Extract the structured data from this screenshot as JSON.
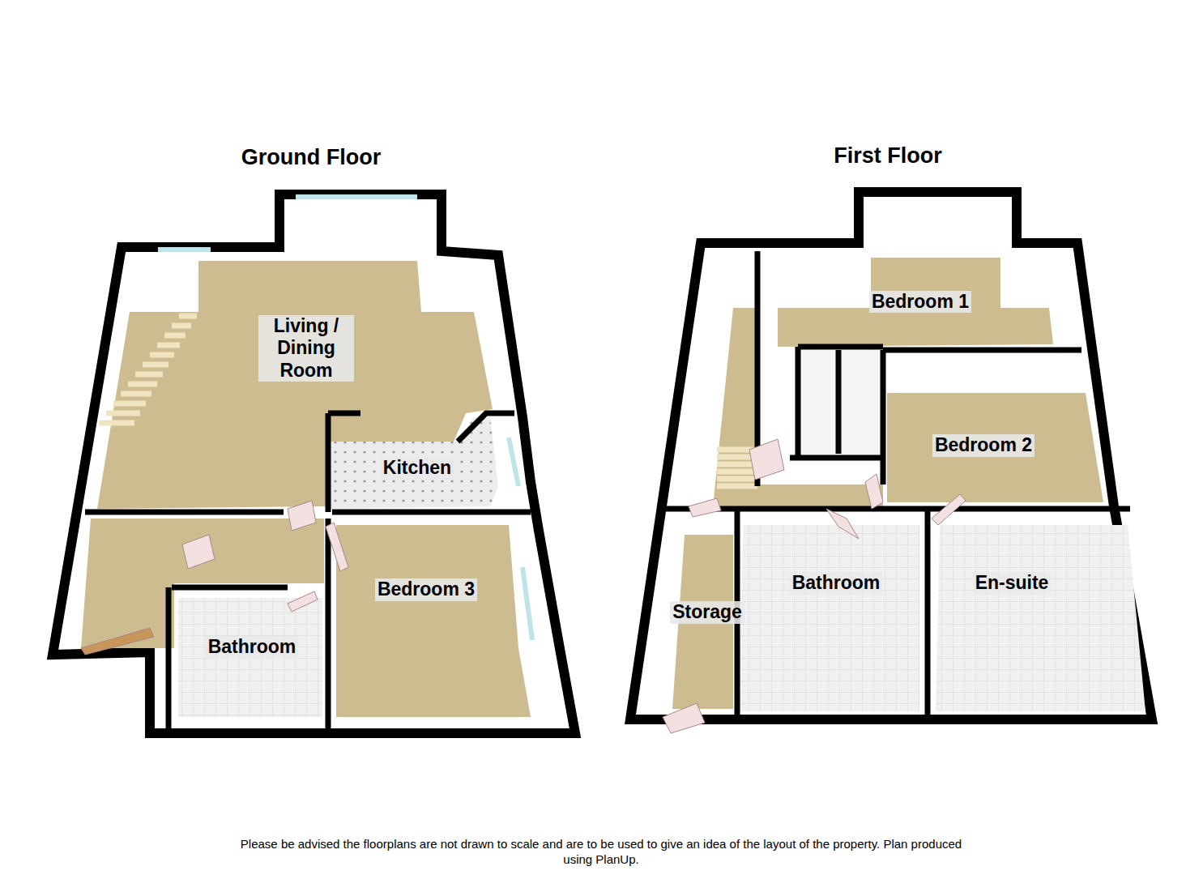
{
  "diagram": {
    "caption": "Please be advised the floorplans are not drawn to scale and are to be used to give an idea of the layout of the property. Plan produced using PlanUp.",
    "nodes": [
      {
        "text": [
          "Ground Floor"
        ]
      },
      {
        "text": [
          "Living / Dining Room"
        ],
        "in": 0
      },
      {
        "text": [
          "Kitchen"
        ],
        "in": 0
      },
      {
        "text": [
          "Bedroom 3"
        ],
        "in": 0
      },
      {
        "text": [
          "Bathroom"
        ],
        "in": 0
      },
      {
        "text": [
          "First Floor"
        ]
      },
      {
        "text": [
          "Bedroom 1"
        ],
        "in": 5
      },
      {
        "text": [
          "Bedroom 2"
        ],
        "in": 5
      },
      {
        "text": [
          "Storage"
        ],
        "in": 5
      },
      {
        "text": [
          "Bathroom"
        ],
        "in": 5
      },
      {
        "text": [
          "En-suite"
        ],
        "in": 5
      }
    ]
  }
}
